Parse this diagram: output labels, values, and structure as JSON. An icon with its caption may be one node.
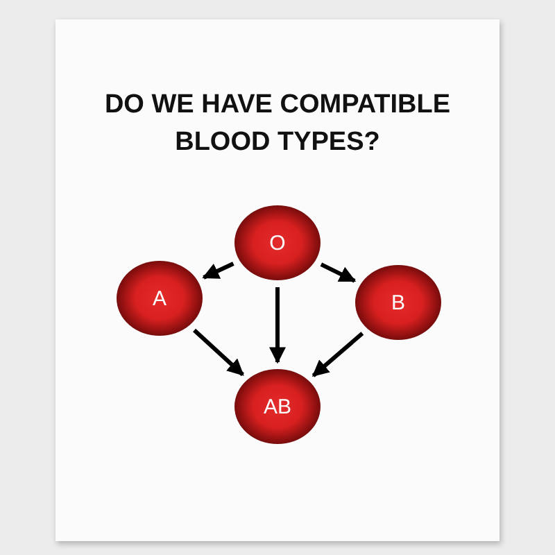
{
  "diagram": {
    "title": "DO WE HAVE COMPATIBLE BLOOD TYPES?",
    "nodes": [
      {
        "text": [
          "O"
        ]
      },
      {
        "text": [
          "A"
        ]
      },
      {
        "text": [
          "B"
        ]
      },
      {
        "text": [
          "AB"
        ]
      }
    ],
    "edges": [
      {
        "from": 0,
        "to": 1,
        "arrow": "to"
      },
      {
        "from": 0,
        "to": 3,
        "arrow": "to"
      },
      {
        "from": 0,
        "to": 2,
        "arrow": "to"
      },
      {
        "from": 1,
        "to": 3,
        "arrow": "to"
      },
      {
        "from": 2,
        "to": 3,
        "arrow": "to"
      }
    ]
  }
}
